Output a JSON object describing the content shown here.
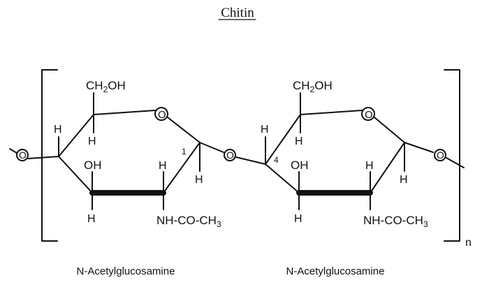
{
  "title": "Chitin",
  "repeat_subscript": "n",
  "units": [
    {
      "ch2oh": "CH2OH",
      "ch2oh_main": "CH",
      "ch2oh_sub": "2",
      "ch2oh_tail": "OH",
      "ring_oxygen": "O",
      "h_c4_top": "H",
      "h_c5_bottom": "H",
      "oh_c3": "OH",
      "h_c2_top": "H",
      "h_c1": "H",
      "h_c3_bottom": "H",
      "nh_co_ch3": "NH-CO-CH3",
      "nh_main": "NH-CO-CH",
      "nh_sub": "3",
      "carbon_number": "1",
      "caption": "N-Acetylglucosamine"
    },
    {
      "ch2oh": "CH2OH",
      "ch2oh_main": "CH",
      "ch2oh_sub": "2",
      "ch2oh_tail": "OH",
      "ring_oxygen": "O",
      "h_c4_top": "H",
      "h_c5_bottom": "H",
      "oh_c3": "OH",
      "h_c2_top": "H",
      "h_c1": "H",
      "h_c3_bottom": "H",
      "nh_co_ch3": "NH-CO-CH3",
      "nh_main": "NH-CO-CH",
      "nh_sub": "3",
      "carbon_number": "4",
      "caption": "N-Acetylglucosamine"
    }
  ],
  "glycosidic_oxygens": [
    "O",
    "O",
    "O"
  ]
}
